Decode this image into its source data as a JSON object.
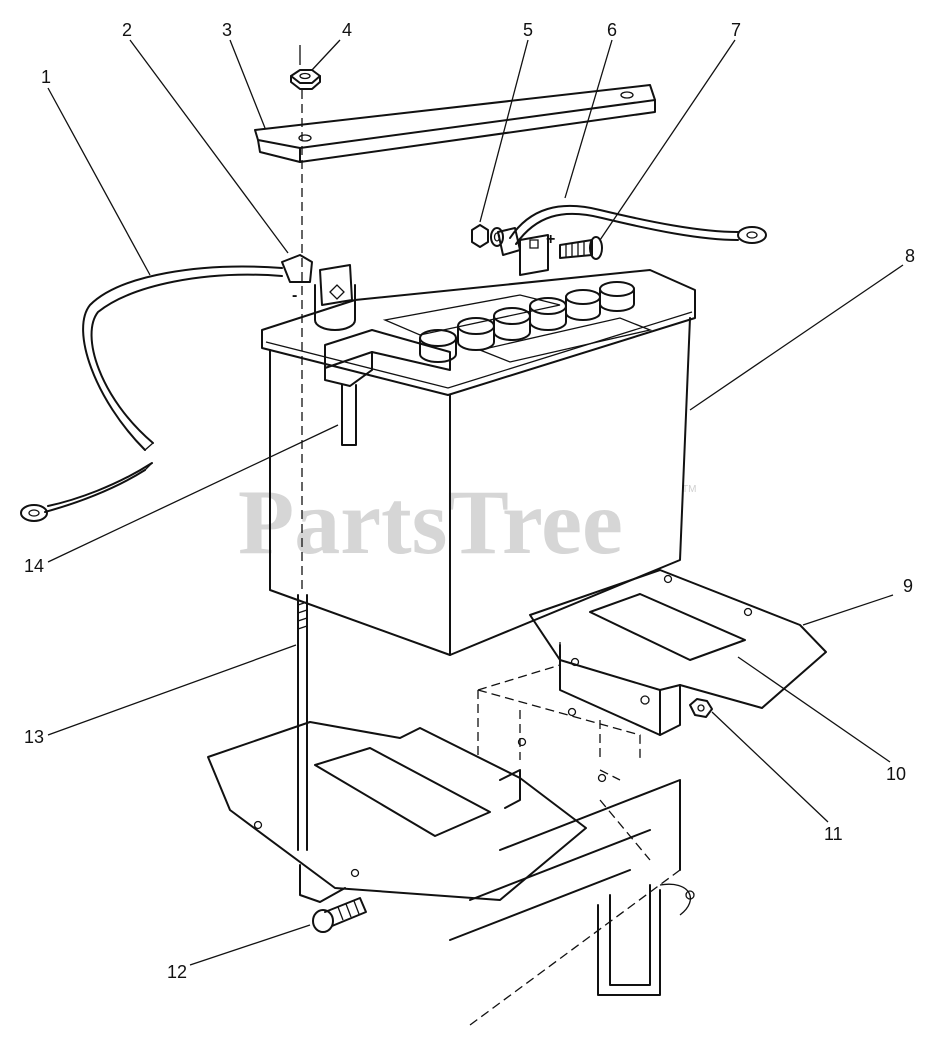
{
  "watermark": {
    "text": "PartsTree",
    "tm": "TM"
  },
  "polarity": {
    "plus": "+",
    "minus": "-"
  },
  "callouts": [
    {
      "id": "1",
      "label": "1"
    },
    {
      "id": "2",
      "label": "2"
    },
    {
      "id": "3",
      "label": "3"
    },
    {
      "id": "4",
      "label": "4"
    },
    {
      "id": "5",
      "label": "5"
    },
    {
      "id": "6",
      "label": "6"
    },
    {
      "id": "7",
      "label": "7"
    },
    {
      "id": "8",
      "label": "8"
    },
    {
      "id": "9",
      "label": "9"
    },
    {
      "id": "10",
      "label": "10"
    },
    {
      "id": "11",
      "label": "11"
    },
    {
      "id": "12",
      "label": "12"
    },
    {
      "id": "13",
      "label": "13"
    },
    {
      "id": "14",
      "label": "14"
    }
  ]
}
